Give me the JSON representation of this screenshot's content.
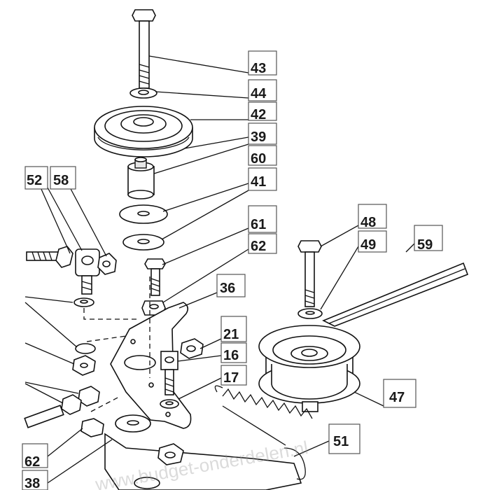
{
  "diagram": {
    "labels": [
      {
        "id": "l43",
        "text": "43"
      },
      {
        "id": "l44",
        "text": "44"
      },
      {
        "id": "l42",
        "text": "42"
      },
      {
        "id": "l39",
        "text": "39"
      },
      {
        "id": "l60",
        "text": "60"
      },
      {
        "id": "l41",
        "text": "41"
      },
      {
        "id": "l61",
        "text": "61"
      },
      {
        "id": "l62a",
        "text": "62"
      },
      {
        "id": "l36",
        "text": "36"
      },
      {
        "id": "l21",
        "text": "21"
      },
      {
        "id": "l16",
        "text": "16"
      },
      {
        "id": "l17",
        "text": "17"
      },
      {
        "id": "l52",
        "text": "52"
      },
      {
        "id": "l58",
        "text": "58"
      },
      {
        "id": "l48",
        "text": "48"
      },
      {
        "id": "l49",
        "text": "49"
      },
      {
        "id": "l59",
        "text": "59"
      },
      {
        "id": "l47",
        "text": "47"
      },
      {
        "id": "l51",
        "text": "51"
      },
      {
        "id": "l62b",
        "text": "62"
      },
      {
        "id": "l38",
        "text": "38"
      }
    ],
    "watermark": "www.budget-onderdelen.nl"
  }
}
